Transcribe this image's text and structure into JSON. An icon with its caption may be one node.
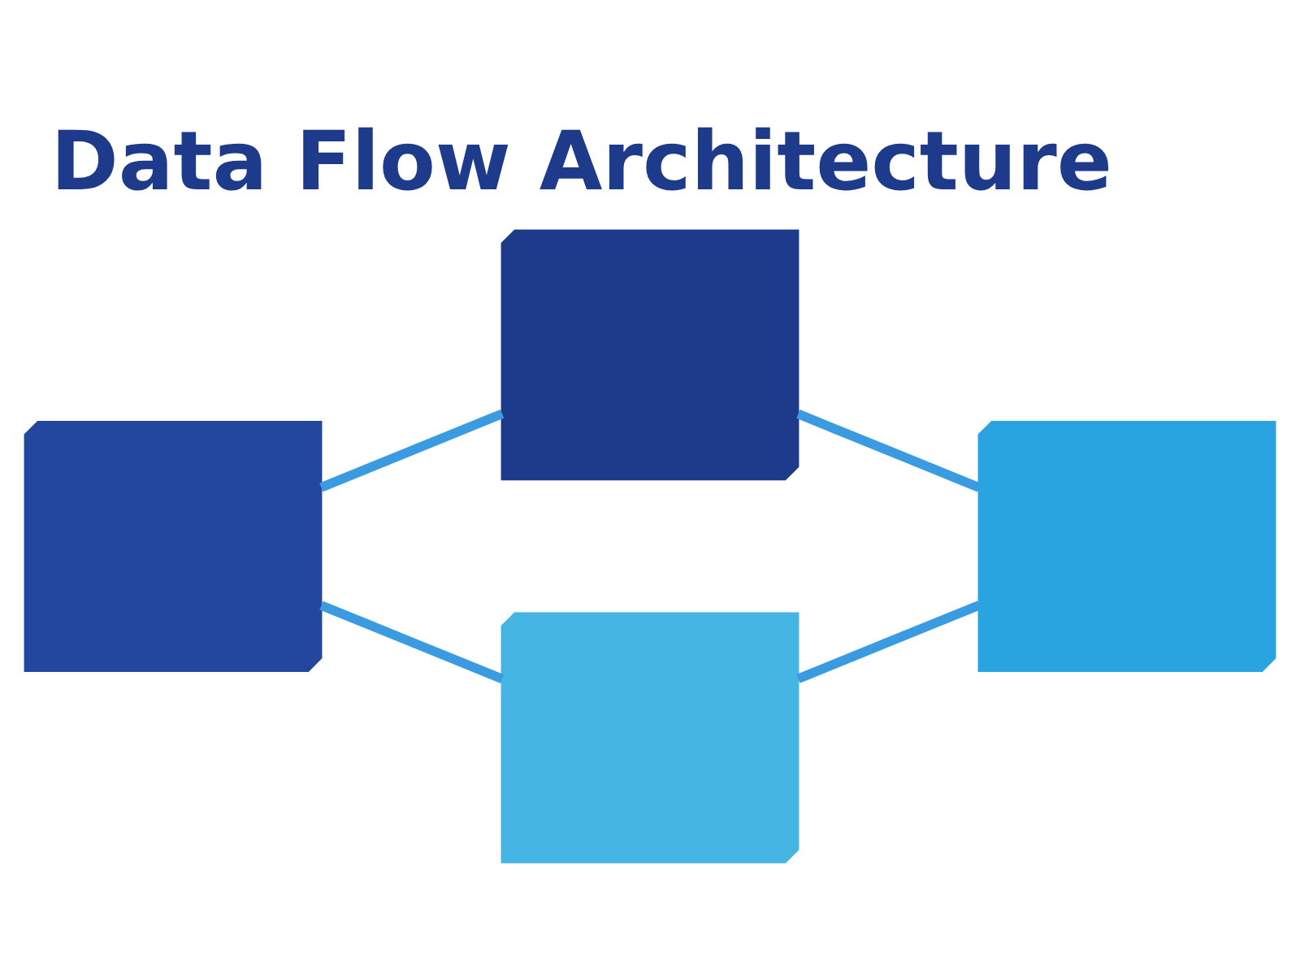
{
  "diagram": {
    "title": "Data Flow Architecture",
    "nodes": [
      {
        "text": [],
        "shape": "cube"
      },
      {
        "text": [],
        "shape": "cube"
      },
      {
        "text": [],
        "shape": "cube"
      },
      {
        "text": [],
        "shape": "cube"
      }
    ],
    "edges": [
      {
        "from": 0,
        "to": 1,
        "arrow": "none"
      },
      {
        "from": 0,
        "to": 2,
        "arrow": "none"
      },
      {
        "from": 1,
        "to": 3,
        "arrow": "none"
      },
      {
        "from": 2,
        "to": 3,
        "arrow": "none"
      }
    ]
  }
}
